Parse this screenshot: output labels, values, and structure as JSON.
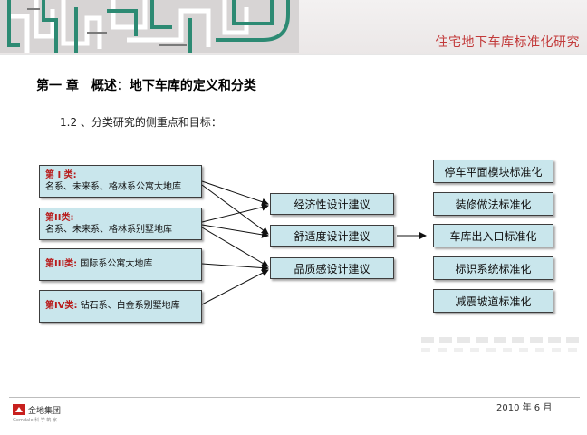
{
  "header": {
    "title": "住宅地下车库标准化研究"
  },
  "chapter_title": "第一 章　概述：地下车库的定义和分类",
  "section_title": "1.2 、分类研究的侧重点和目标：",
  "categories": [
    {
      "name": "第 I 类:",
      "desc": "名系、未来系、格林系公寓大地库"
    },
    {
      "name": "第II类:",
      "desc": "名系、未来系、格林系别墅地库"
    },
    {
      "name": "第III类:",
      "desc": "国际系公寓大地库"
    },
    {
      "name": "第IV类:",
      "desc": "钻石系、白金系别墅地库"
    }
  ],
  "suggestions": [
    "经济性设计建议",
    "舒适度设计建议",
    "品质感设计建议"
  ],
  "standards": [
    "停车平面模块标准化",
    "装修做法标准化",
    "车库出入口标准化",
    "标识系统标准化",
    "减震坡道标准化"
  ],
  "footer": {
    "logo_text": "金地集团",
    "logo_sub": "Gemdale 科 学 筑 家",
    "date": "2010 年 6 月"
  },
  "colors": {
    "box_fill": "#c9e6ec",
    "category_label": "#b81d1d",
    "header_title": "#c23a3a"
  }
}
